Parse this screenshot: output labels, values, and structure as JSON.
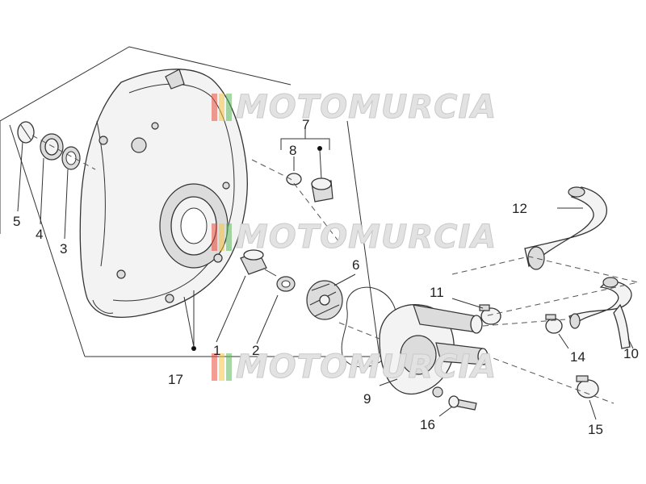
{
  "watermark": {
    "text": "MOTOMURCIA",
    "stripe_colors": [
      "#e84a3c",
      "#f5c542",
      "#5cb85c"
    ]
  },
  "callouts": {
    "c1": "1",
    "c2": "2",
    "c3": "3",
    "c4": "4",
    "c5": "5",
    "c6": "6",
    "c7": "7",
    "c8": "8",
    "c9": "9",
    "c10": "10",
    "c11": "11",
    "c12": "12",
    "c14": "14",
    "c15": "15",
    "c16": "16",
    "c17": "17"
  }
}
